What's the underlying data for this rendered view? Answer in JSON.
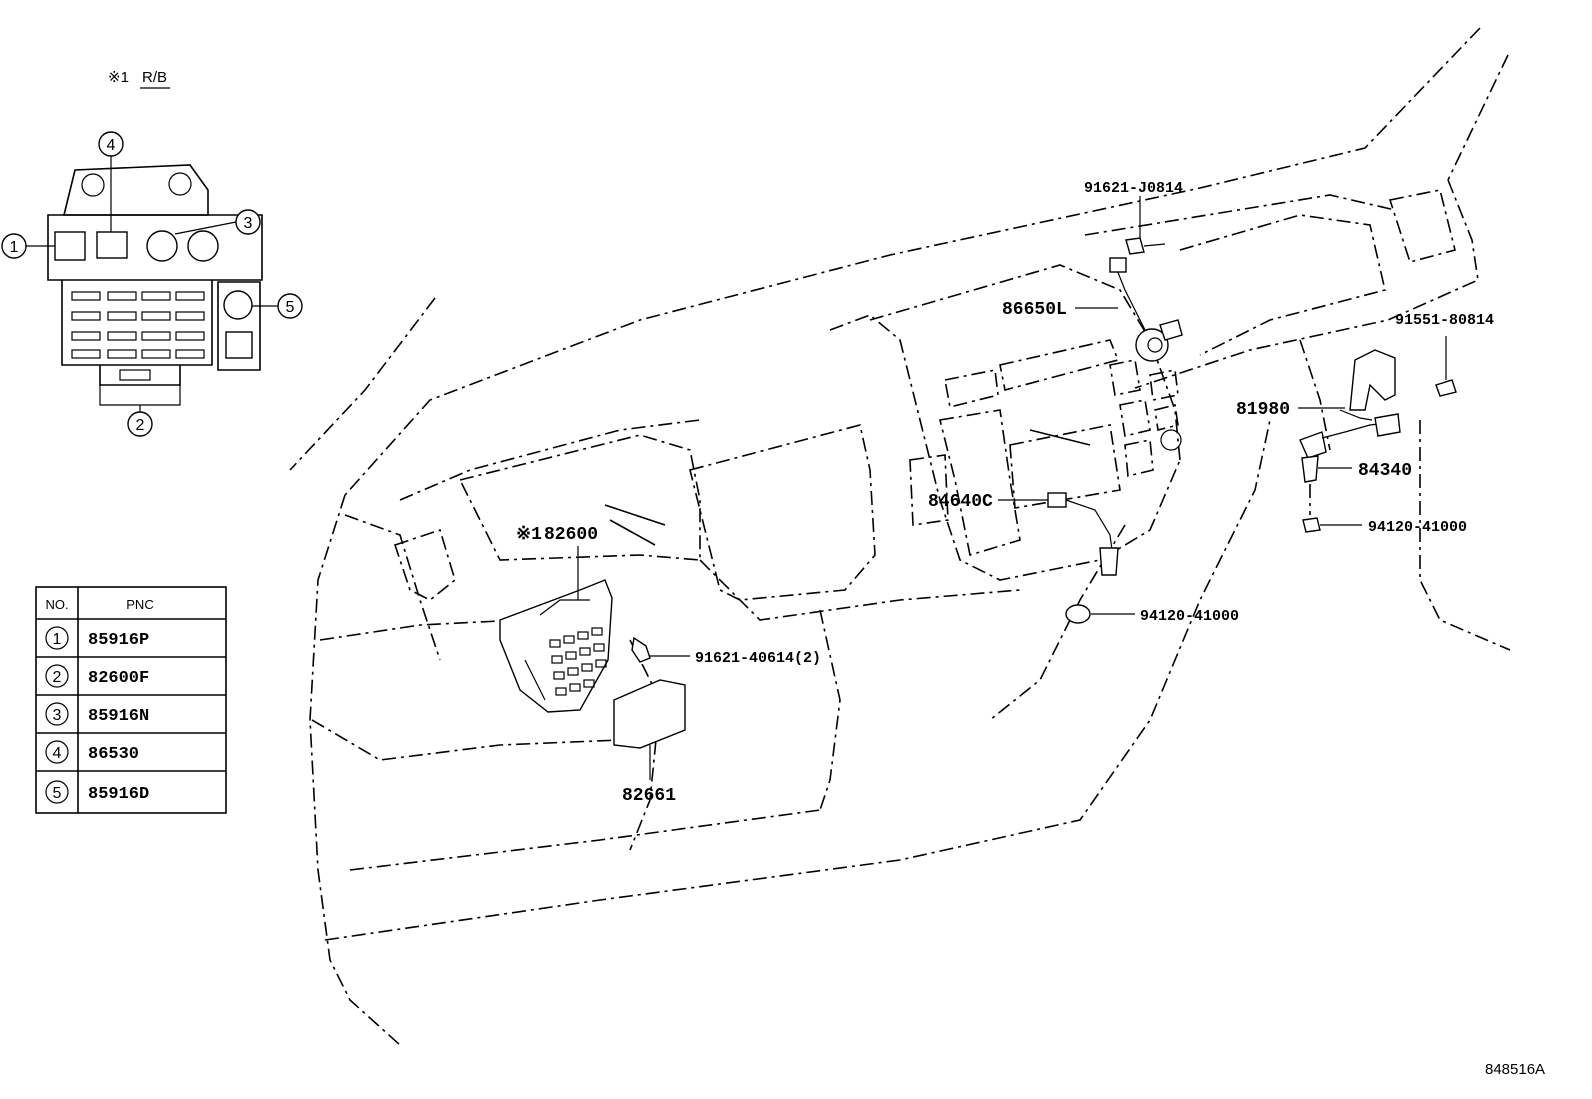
{
  "inset": {
    "title_mark": "※1",
    "title": "R/B",
    "callouts": [
      "1",
      "2",
      "3",
      "4",
      "5"
    ]
  },
  "table": {
    "headers": [
      "NO.",
      "PNC"
    ],
    "rows": [
      {
        "no": "1",
        "pnc": "85916P"
      },
      {
        "no": "2",
        "pnc": "82600F"
      },
      {
        "no": "3",
        "pnc": "85916N"
      },
      {
        "no": "4",
        "pnc": "86530"
      },
      {
        "no": "5",
        "pnc": "85916D"
      }
    ]
  },
  "parts": {
    "p91621_J0814": "91621-J0814",
    "p86650L": "86650L",
    "p91551_80814": "91551-80814",
    "p81980": "81980",
    "p84340": "84340",
    "p84640C": "84640C",
    "p94120_a": "94120-41000",
    "p94120_b": "94120-41000",
    "p82600_mark": "※1",
    "p82600": "82600",
    "p91621_40614": "91621-40614(2)",
    "p82661": "82661"
  },
  "figure_id": "848516A"
}
